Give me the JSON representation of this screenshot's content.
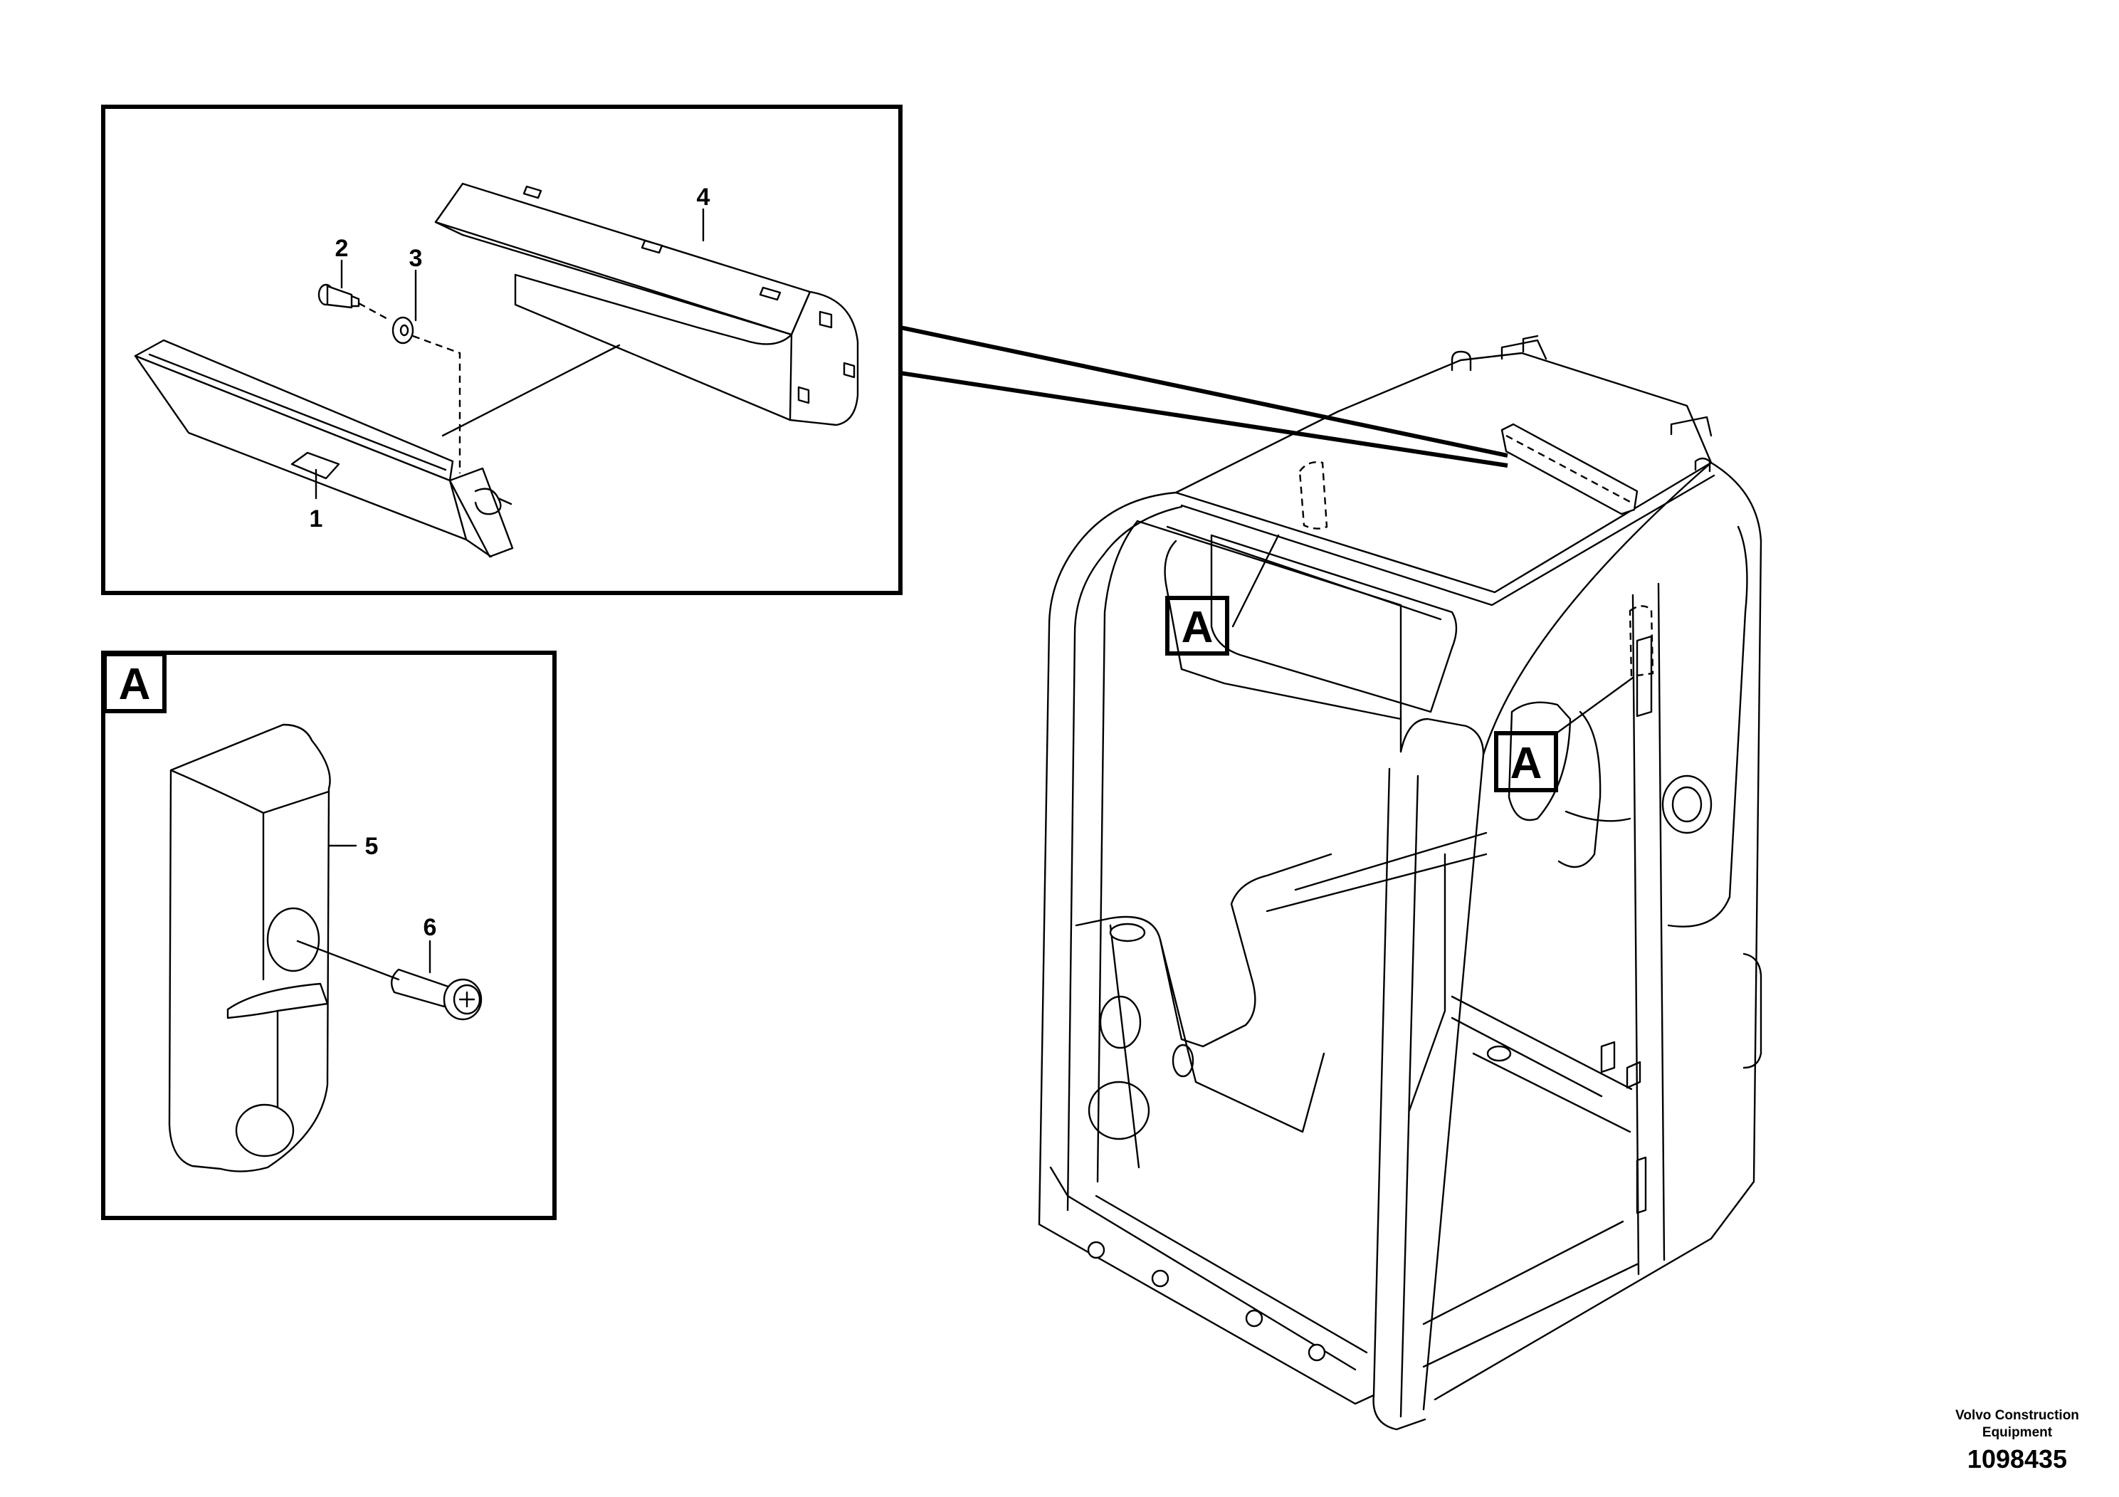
{
  "callouts": {
    "p1": "1",
    "p2": "2",
    "p3": "3",
    "p4": "4",
    "p5": "5",
    "p6": "6"
  },
  "view_labels": {
    "detail_box": "A",
    "cab_upper": "A",
    "cab_pillar": "A"
  },
  "footer": {
    "line1": "Volvo Construction",
    "line2": "Equipment",
    "drawing_number": "1098435"
  }
}
